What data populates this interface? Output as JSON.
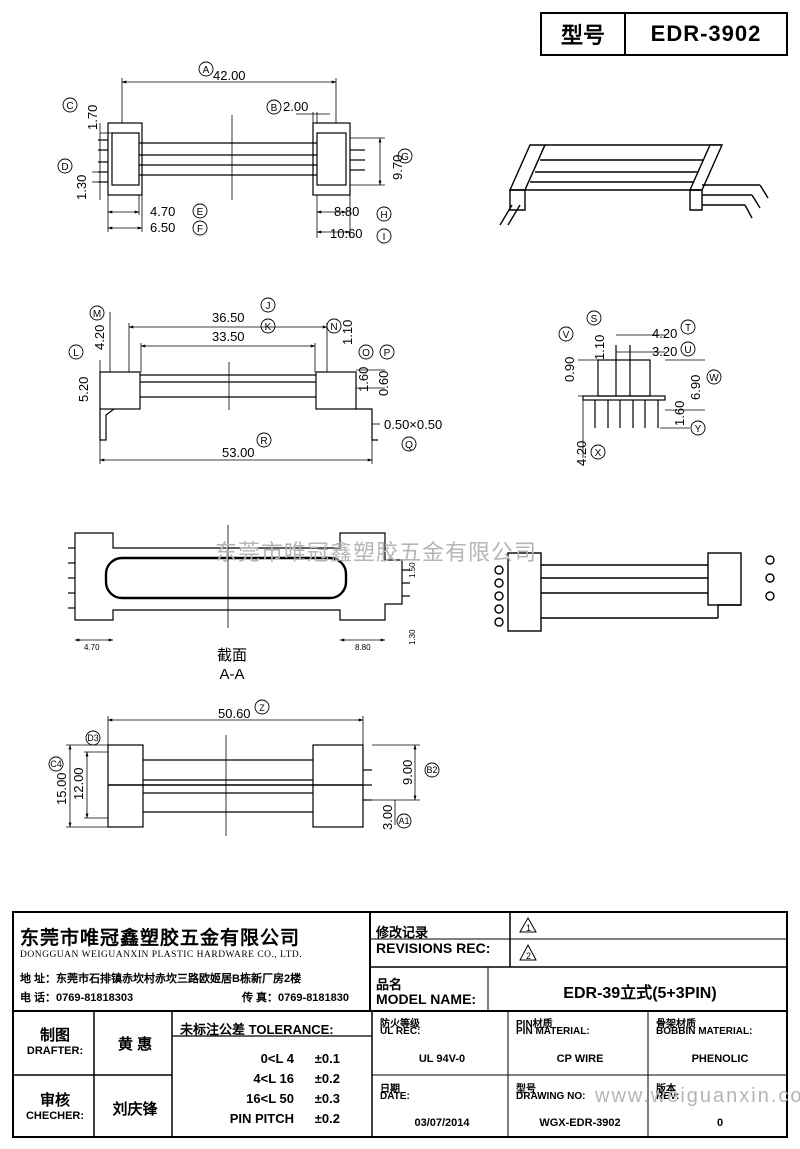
{
  "header": {
    "model_label": "型号",
    "model_value": "EDR-3902"
  },
  "views": {
    "top": {
      "dims": [
        "42.00",
        "1.70",
        "2.00",
        "9.70",
        "1.30",
        "4.70",
        "6.50",
        "8.80",
        "10.60"
      ],
      "markers": [
        "A",
        "B",
        "C",
        "D",
        "E",
        "F",
        "G",
        "H",
        "I"
      ]
    },
    "front": {
      "dims": [
        "36.50",
        "33.50",
        "4.20",
        "1.10",
        "5.20",
        "1.60",
        "0.60",
        "0.50×0.50",
        "53.00"
      ],
      "markers": [
        "J",
        "K",
        "L",
        "M",
        "N",
        "O",
        "P",
        "Q",
        "R"
      ]
    },
    "side": {
      "dims": [
        "4.20",
        "3.20",
        "0.90",
        "1.10",
        "6.90",
        "1.60",
        "4.20"
      ],
      "markers": [
        "S",
        "T",
        "U",
        "V",
        "W",
        "X",
        "Y"
      ]
    },
    "section": {
      "label_cn": "截面",
      "label": "A-A",
      "dims": [
        "4.70",
        "8.80",
        "1.50",
        "1.30"
      ]
    },
    "bottom": {
      "dims": [
        "50.60",
        "15.00",
        "12.00",
        "9.00",
        "3.00"
      ],
      "markers": [
        "Z",
        "A1",
        "B2",
        "C4",
        "D3"
      ]
    }
  },
  "watermark": {
    "text": "东莞市唯冠鑫塑胶五金有限公司",
    "url": "www.weiguanxin.com"
  },
  "title_block": {
    "company_cn": "东莞市唯冠鑫塑胶五金有限公司",
    "company_en": "DONGGUAN WEIGUANXIN PLASTIC HARDWARE CO., LTD.",
    "address": "地 址：东莞市石排镇赤坎村赤坎三路欧姬居B栋新厂房2楼",
    "tel": "电 话：0769-81818303",
    "fax": "传 真：0769-8181830",
    "revisions_cn": "修改记录",
    "revisions_en": "REVISIONS REC:",
    "rev1": "1",
    "rev2": "2",
    "model_name_cn": "品名",
    "model_name_en": "MODEL NAME:",
    "model_name_value": "EDR-39立式(5+3PIN)",
    "drafter_cn": "制图",
    "drafter_en": "DRAFTER:",
    "drafter_name": "黄 惠",
    "checker_cn": "审核",
    "checker_en": "CHECHER:",
    "checker_name": "刘庆锋",
    "tolerance_title_cn": "未标注公差",
    "tolerance_title_en": "TOLERANCE:",
    "tolerances": [
      {
        "range": "0<L  4",
        "value": "±0.1"
      },
      {
        "range": "4<L  16",
        "value": "±0.2"
      },
      {
        "range": "16<L  50",
        "value": "±0.3"
      },
      {
        "range": "PIN PITCH",
        "value": "±0.2"
      }
    ],
    "ul_rec_cn": "防火等级",
    "ul_rec_en": "UL REC:",
    "ul_rec_value": "UL 94V-0",
    "pin_material_cn": "PIN材质",
    "pin_material_en": "PIN MATERIAL:",
    "pin_material_value": "CP WIRE",
    "bobbin_material_cn": "骨架材质",
    "bobbin_material_en": "BOBBIN MATERIAL:",
    "bobbin_material_value": "PHENOLIC",
    "date_cn": "日期",
    "date_en": "DATE:",
    "date_value": "03/07/2014",
    "drawing_no_cn": "型号",
    "drawing_no_en": "DRAWING NO:",
    "drawing_no_value": "WGX-EDR-3902",
    "rev_cn": "版本",
    "rev_en": "REV:",
    "rev_value": "0"
  }
}
